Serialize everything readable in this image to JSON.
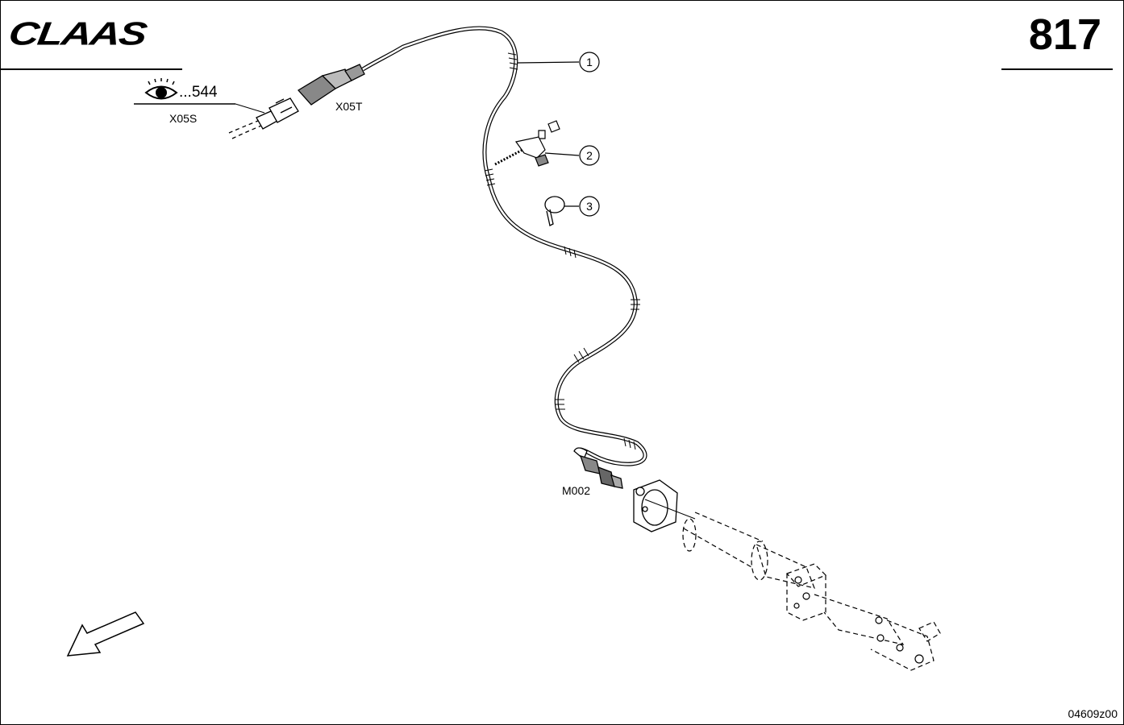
{
  "header": {
    "brand": "CLAAS",
    "page_number": "817"
  },
  "reference": {
    "icon": "eye-icon",
    "text": "...544"
  },
  "connectors": {
    "x05s": "X05S",
    "x05t": "X05T",
    "m002": "M002"
  },
  "callouts": [
    {
      "number": "1"
    },
    {
      "number": "2"
    },
    {
      "number": "3"
    }
  ],
  "footer": {
    "drawing_id": "04609z00"
  }
}
